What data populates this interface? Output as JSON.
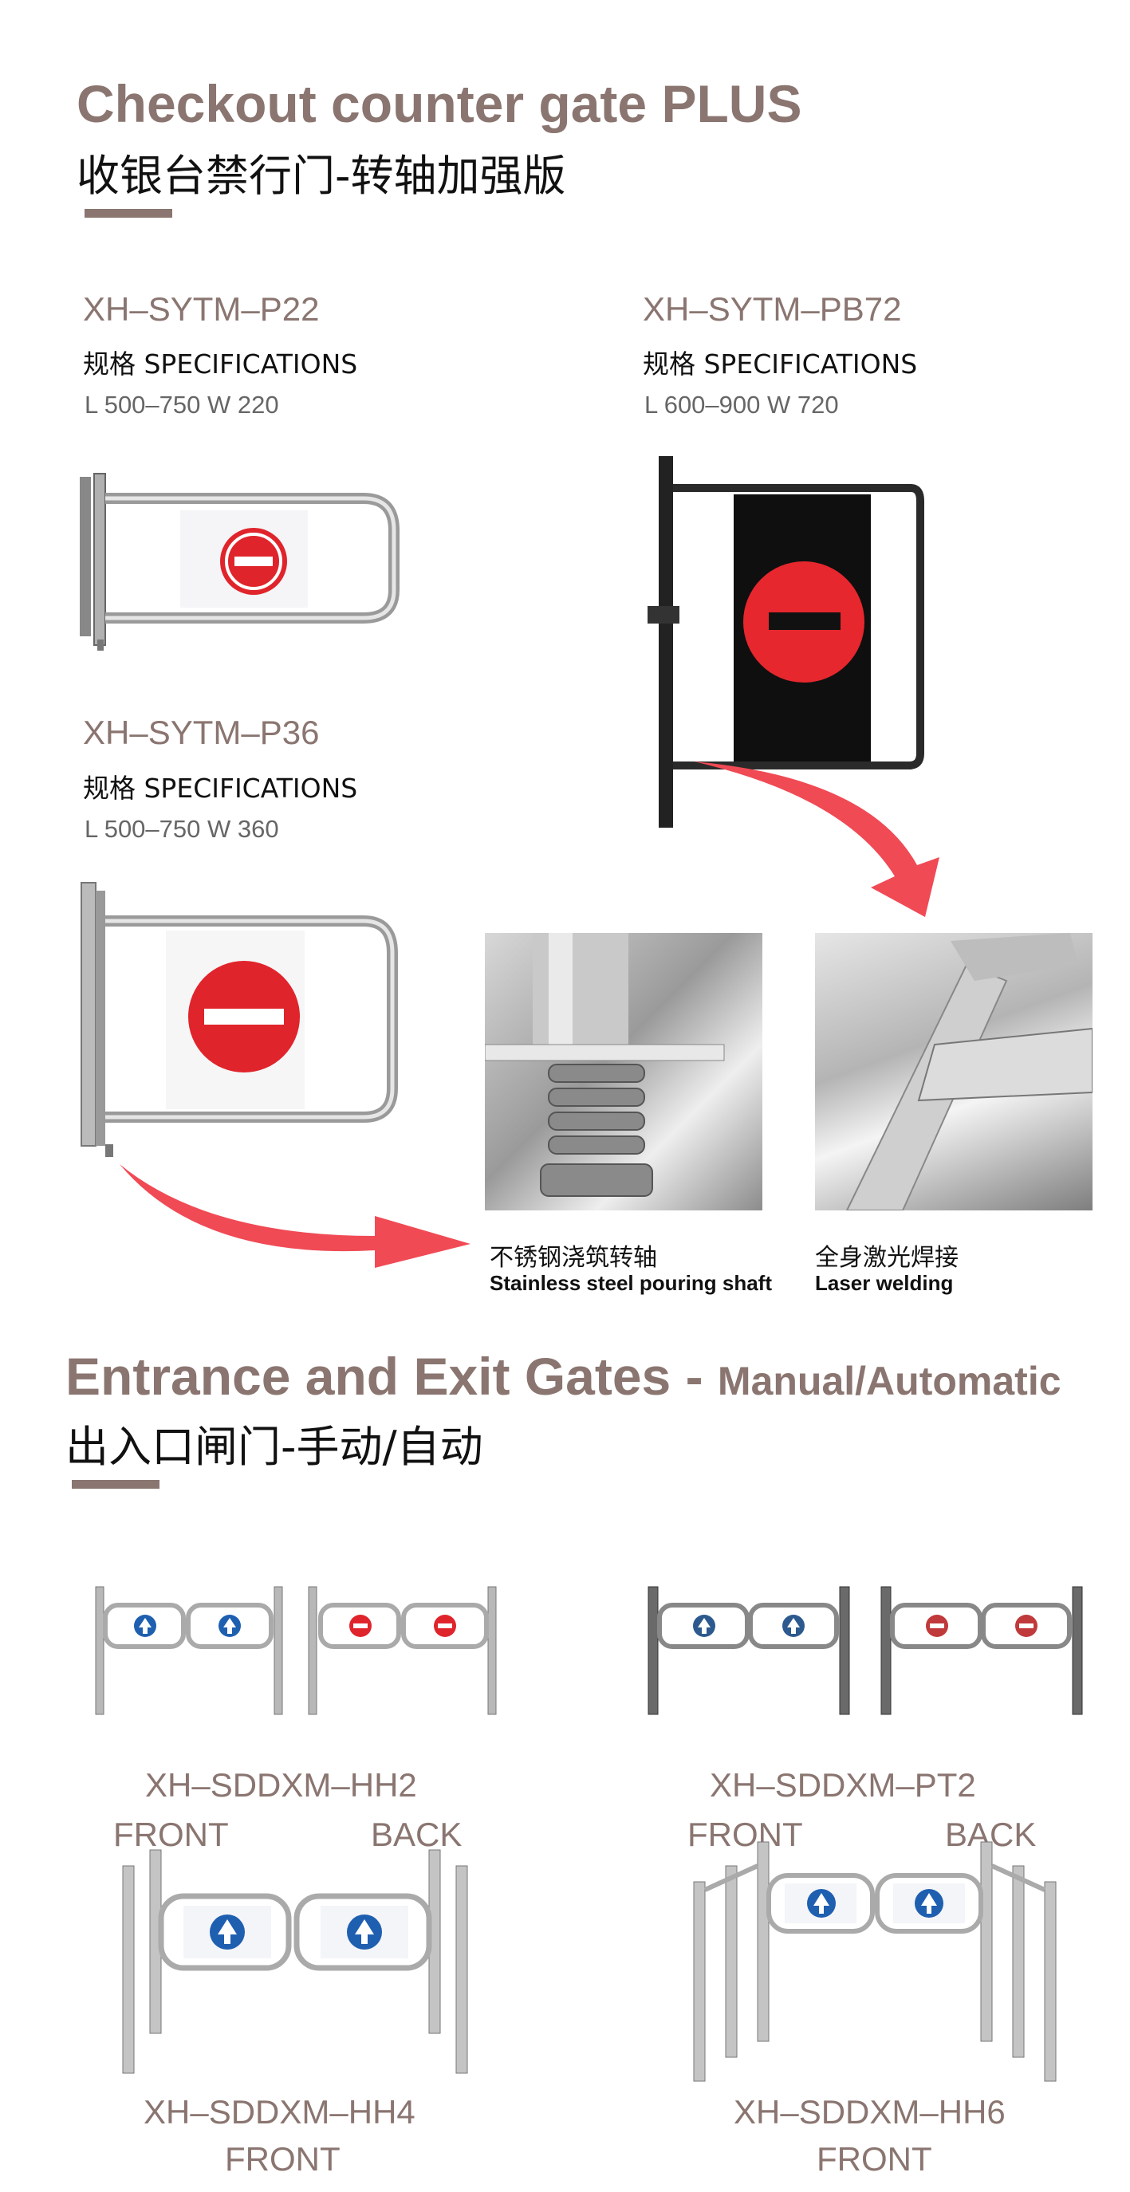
{
  "section1": {
    "title": "Checkout counter gate PLUS",
    "title_cn": "收银台禁行门-转轴加强版"
  },
  "products": [
    {
      "model": "XH–SYTM–P22",
      "spec_label": "规格 SPECIFICATIONS",
      "dims": "L 500–750 W 220"
    },
    {
      "model": "XH–SYTM–PB72",
      "spec_label": "规格 SPECIFICATIONS",
      "dims": "L 600–900 W 720"
    },
    {
      "model": "XH–SYTM–P36",
      "spec_label": "规格 SPECIFICATIONS",
      "dims": "L 500–750 W 360"
    }
  ],
  "details": [
    {
      "cn": "不锈钢浇筑转轴",
      "en": "Stainless steel pouring shaft"
    },
    {
      "cn": "全身激光焊接",
      "en": "Laser welding"
    }
  ],
  "section2": {
    "title": "Entrance and Exit Gates - ",
    "title_sub": "Manual/Automatic",
    "title_cn": "出入口闸门-手动/自动"
  },
  "gates": [
    {
      "model": "XH–SDDXM–HH2",
      "left_label": "FRONT",
      "right_label": "BACK"
    },
    {
      "model": "XH–SDDXM–PT2",
      "left_label": "FRONT",
      "right_label": "BACK"
    },
    {
      "model": "XH–SDDXM–HH4",
      "label": "FRONT"
    },
    {
      "model": "XH–SDDXM–HH6",
      "label": "FRONT"
    }
  ],
  "colors": {
    "accent": "#8a7570",
    "sign_red": "#e0242b",
    "sign_blue": "#1e5fb0"
  },
  "icons": [
    "no-entry-sign-icon",
    "up-arrow-sign-icon",
    "curved-arrow-icon"
  ]
}
